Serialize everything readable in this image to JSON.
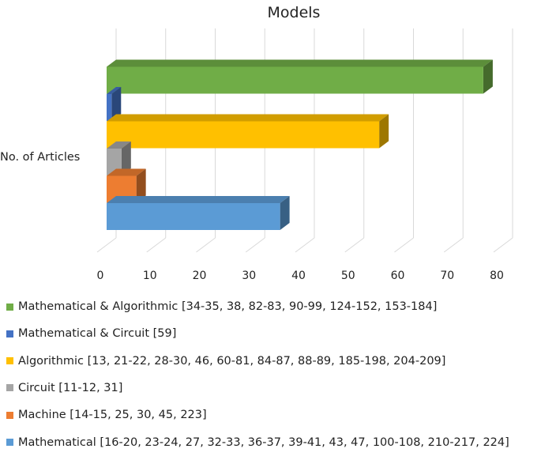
{
  "chart_data": {
    "type": "bar",
    "orientation": "horizontal",
    "style": "3d",
    "title": "Models",
    "categories": [
      "No. of Articles"
    ],
    "xlim": [
      0,
      80
    ],
    "x_ticks": [
      "0",
      "10",
      "20",
      "30",
      "40",
      "50",
      "60",
      "70",
      "80"
    ],
    "grid": true,
    "legend_position": "bottom",
    "series": [
      {
        "name": "Mathematical [16-20, 23-24, 27, 32-33, 36-37, 39-41, 43, 47, 100-108, 210-217, 224]",
        "values": [
          35
        ],
        "color": "#5B9BD5"
      },
      {
        "name": "Machine [14-15, 25, 30, 45, 223]",
        "values": [
          6
        ],
        "color": "#ED7D31"
      },
      {
        "name": "Circuit [11-12, 31]",
        "values": [
          3
        ],
        "color": "#A5A5A5"
      },
      {
        "name": "Algorithmic [13, 21-22, 28-30, 46, 60-81, 84-87, 88-89, 185-198, 204-209]",
        "values": [
          55
        ],
        "color": "#FFC000"
      },
      {
        "name": "Mathematical & Circuit [59]",
        "values": [
          1
        ],
        "color": "#4472C4"
      },
      {
        "name": "Mathematical & Algorithmic [34-35, 38, 82-83, 90-99, 124-152, 153-184]",
        "values": [
          76
        ],
        "color": "#70AD47"
      }
    ]
  }
}
